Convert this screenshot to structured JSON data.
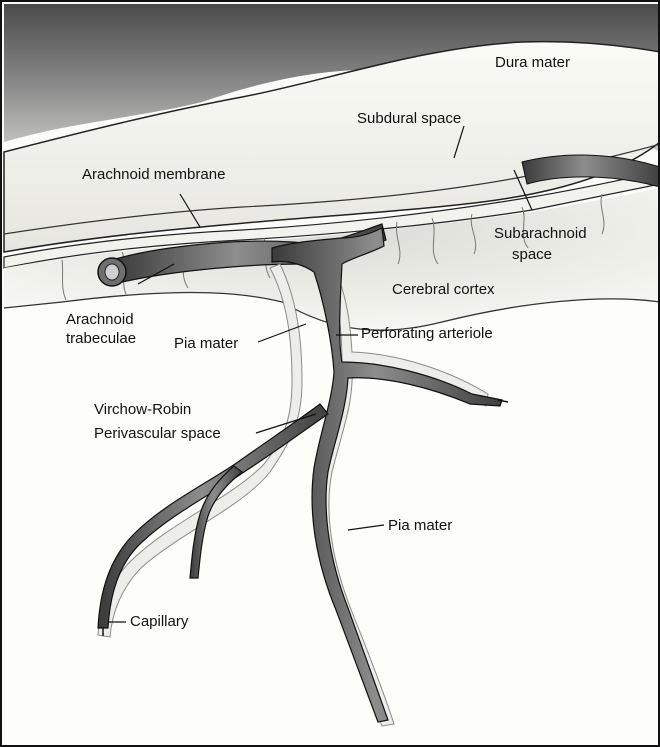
{
  "diagram": {
    "labels": {
      "dura_mater": "Dura mater",
      "subdural_space": "Subdural space",
      "arachnoid_membrane": "Arachnoid membrane",
      "subarachnoid_space_line1": "Subarachnoid",
      "subarachnoid_space_line2": "space",
      "cerebral_cortex": "Cerebral cortex",
      "arachnoid_trabeculae_line1": "Arachnoid",
      "arachnoid_trabeculae_line2": "trabeculae",
      "pia_mater_upper": "Pia mater",
      "perforating_arteriole": "Perforating arteriole",
      "virchow_robin_line1": "Virchow-Robin",
      "virchow_robin_line2": "Perivascular space",
      "pia_mater_lower": "Pia mater",
      "capillary": "Capillary"
    }
  }
}
